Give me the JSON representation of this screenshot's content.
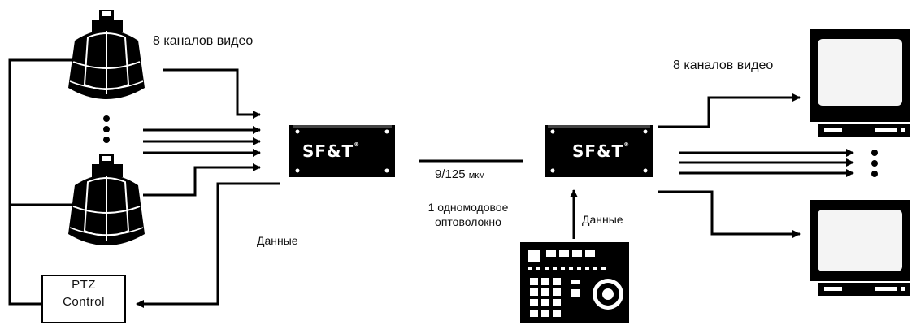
{
  "labels": {
    "video_channels_left": "8 каналов видео",
    "video_channels_right": "8 каналов видео",
    "data_left": "Данные",
    "data_right": "Данные",
    "fiber_spec_value": "9/125",
    "fiber_spec_unit": "мкм",
    "fiber_line1": "1 одномодовое",
    "fiber_line2": "оптоволокно",
    "ptz_line1": "PTZ",
    "ptz_line2": "Control"
  },
  "devices": {
    "transmitter_brand": "SF&T",
    "receiver_brand": "SF&T",
    "registered_mark": "®"
  },
  "colors": {
    "ink": "#000000",
    "paper": "#ffffff",
    "screen": "#f4f4f4"
  }
}
